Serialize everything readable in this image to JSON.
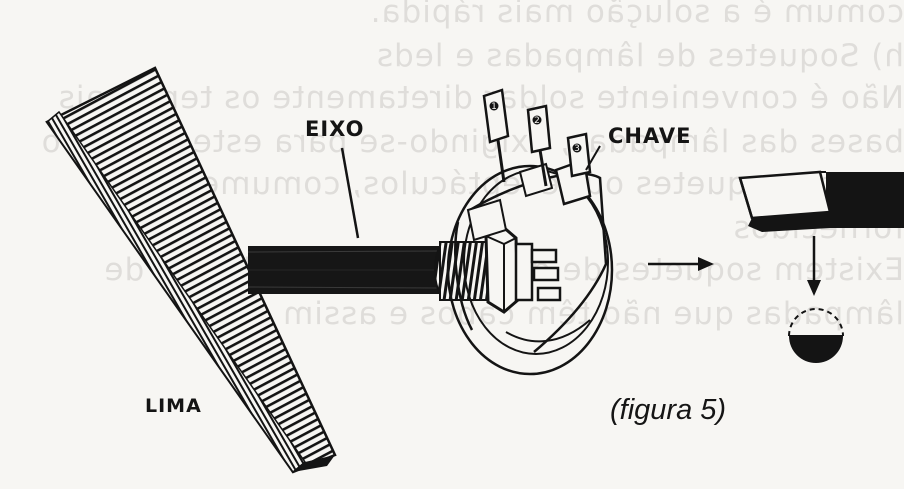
{
  "figure": {
    "caption": "(figura 5)",
    "labels": {
      "eixo": "EIXO",
      "chave": "CHAVE",
      "lima": "LIMA"
    },
    "terminal_marks": [
      "1",
      "2",
      "3"
    ]
  },
  "show_through_text": [
    "comum é a solução mais rápida.",
    "h) Soquetes de lâmpadas e leds",
    "Não é conveniente soldar diretamente os terminais",
    "bases das lâmpadas, exigindo-se para estes casos o",
    "uso de soquetes ou receptáculos, comumente",
    "fornecidos",
    "Existem soquetes de diversos tipos, inclusive de",
    "lâmpadas que não têm cabos e assim"
  ],
  "colors": {
    "ink": "#141414",
    "paper": "#f7f6f3",
    "ghost": "#8c8a86"
  }
}
